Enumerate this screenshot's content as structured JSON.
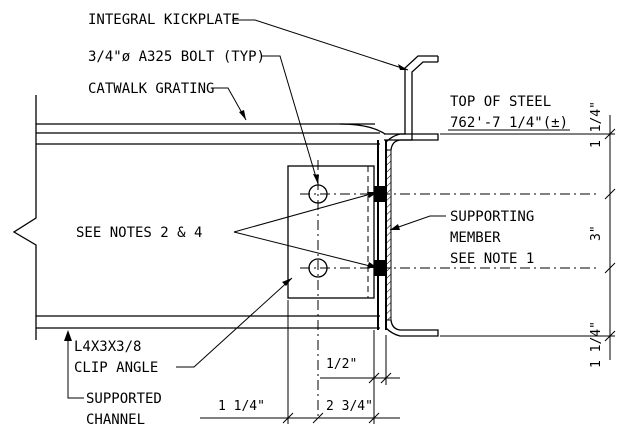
{
  "labels": {
    "kickplate": "INTEGRAL KICKPLATE",
    "bolt": "3/4\"ø A325 BOLT (TYP)",
    "grating": "CATWALK GRATING",
    "top_of_steel_1": "TOP OF STEEL",
    "top_of_steel_2": "762'-7 1/4\"(±)",
    "see_notes": "SEE NOTES 2 & 4",
    "supporting_1": "SUPPORTING",
    "supporting_2": "MEMBER",
    "supporting_3": "SEE NOTE 1",
    "clip_1": "L4X3X3/8",
    "clip_2": "CLIP ANGLE",
    "channel_1": "SUPPORTED",
    "channel_2": "CHANNEL"
  },
  "dimensions": {
    "top_edge": "1 1/4\"",
    "bolt_spacing": "3\"",
    "bottom_edge": "1 1/4\"",
    "gap": "1/2\"",
    "left_edge": "1 1/4\"",
    "angle_leg": "2 3/4\""
  },
  "colors": {
    "line": "#000000",
    "background": "#ffffff"
  }
}
